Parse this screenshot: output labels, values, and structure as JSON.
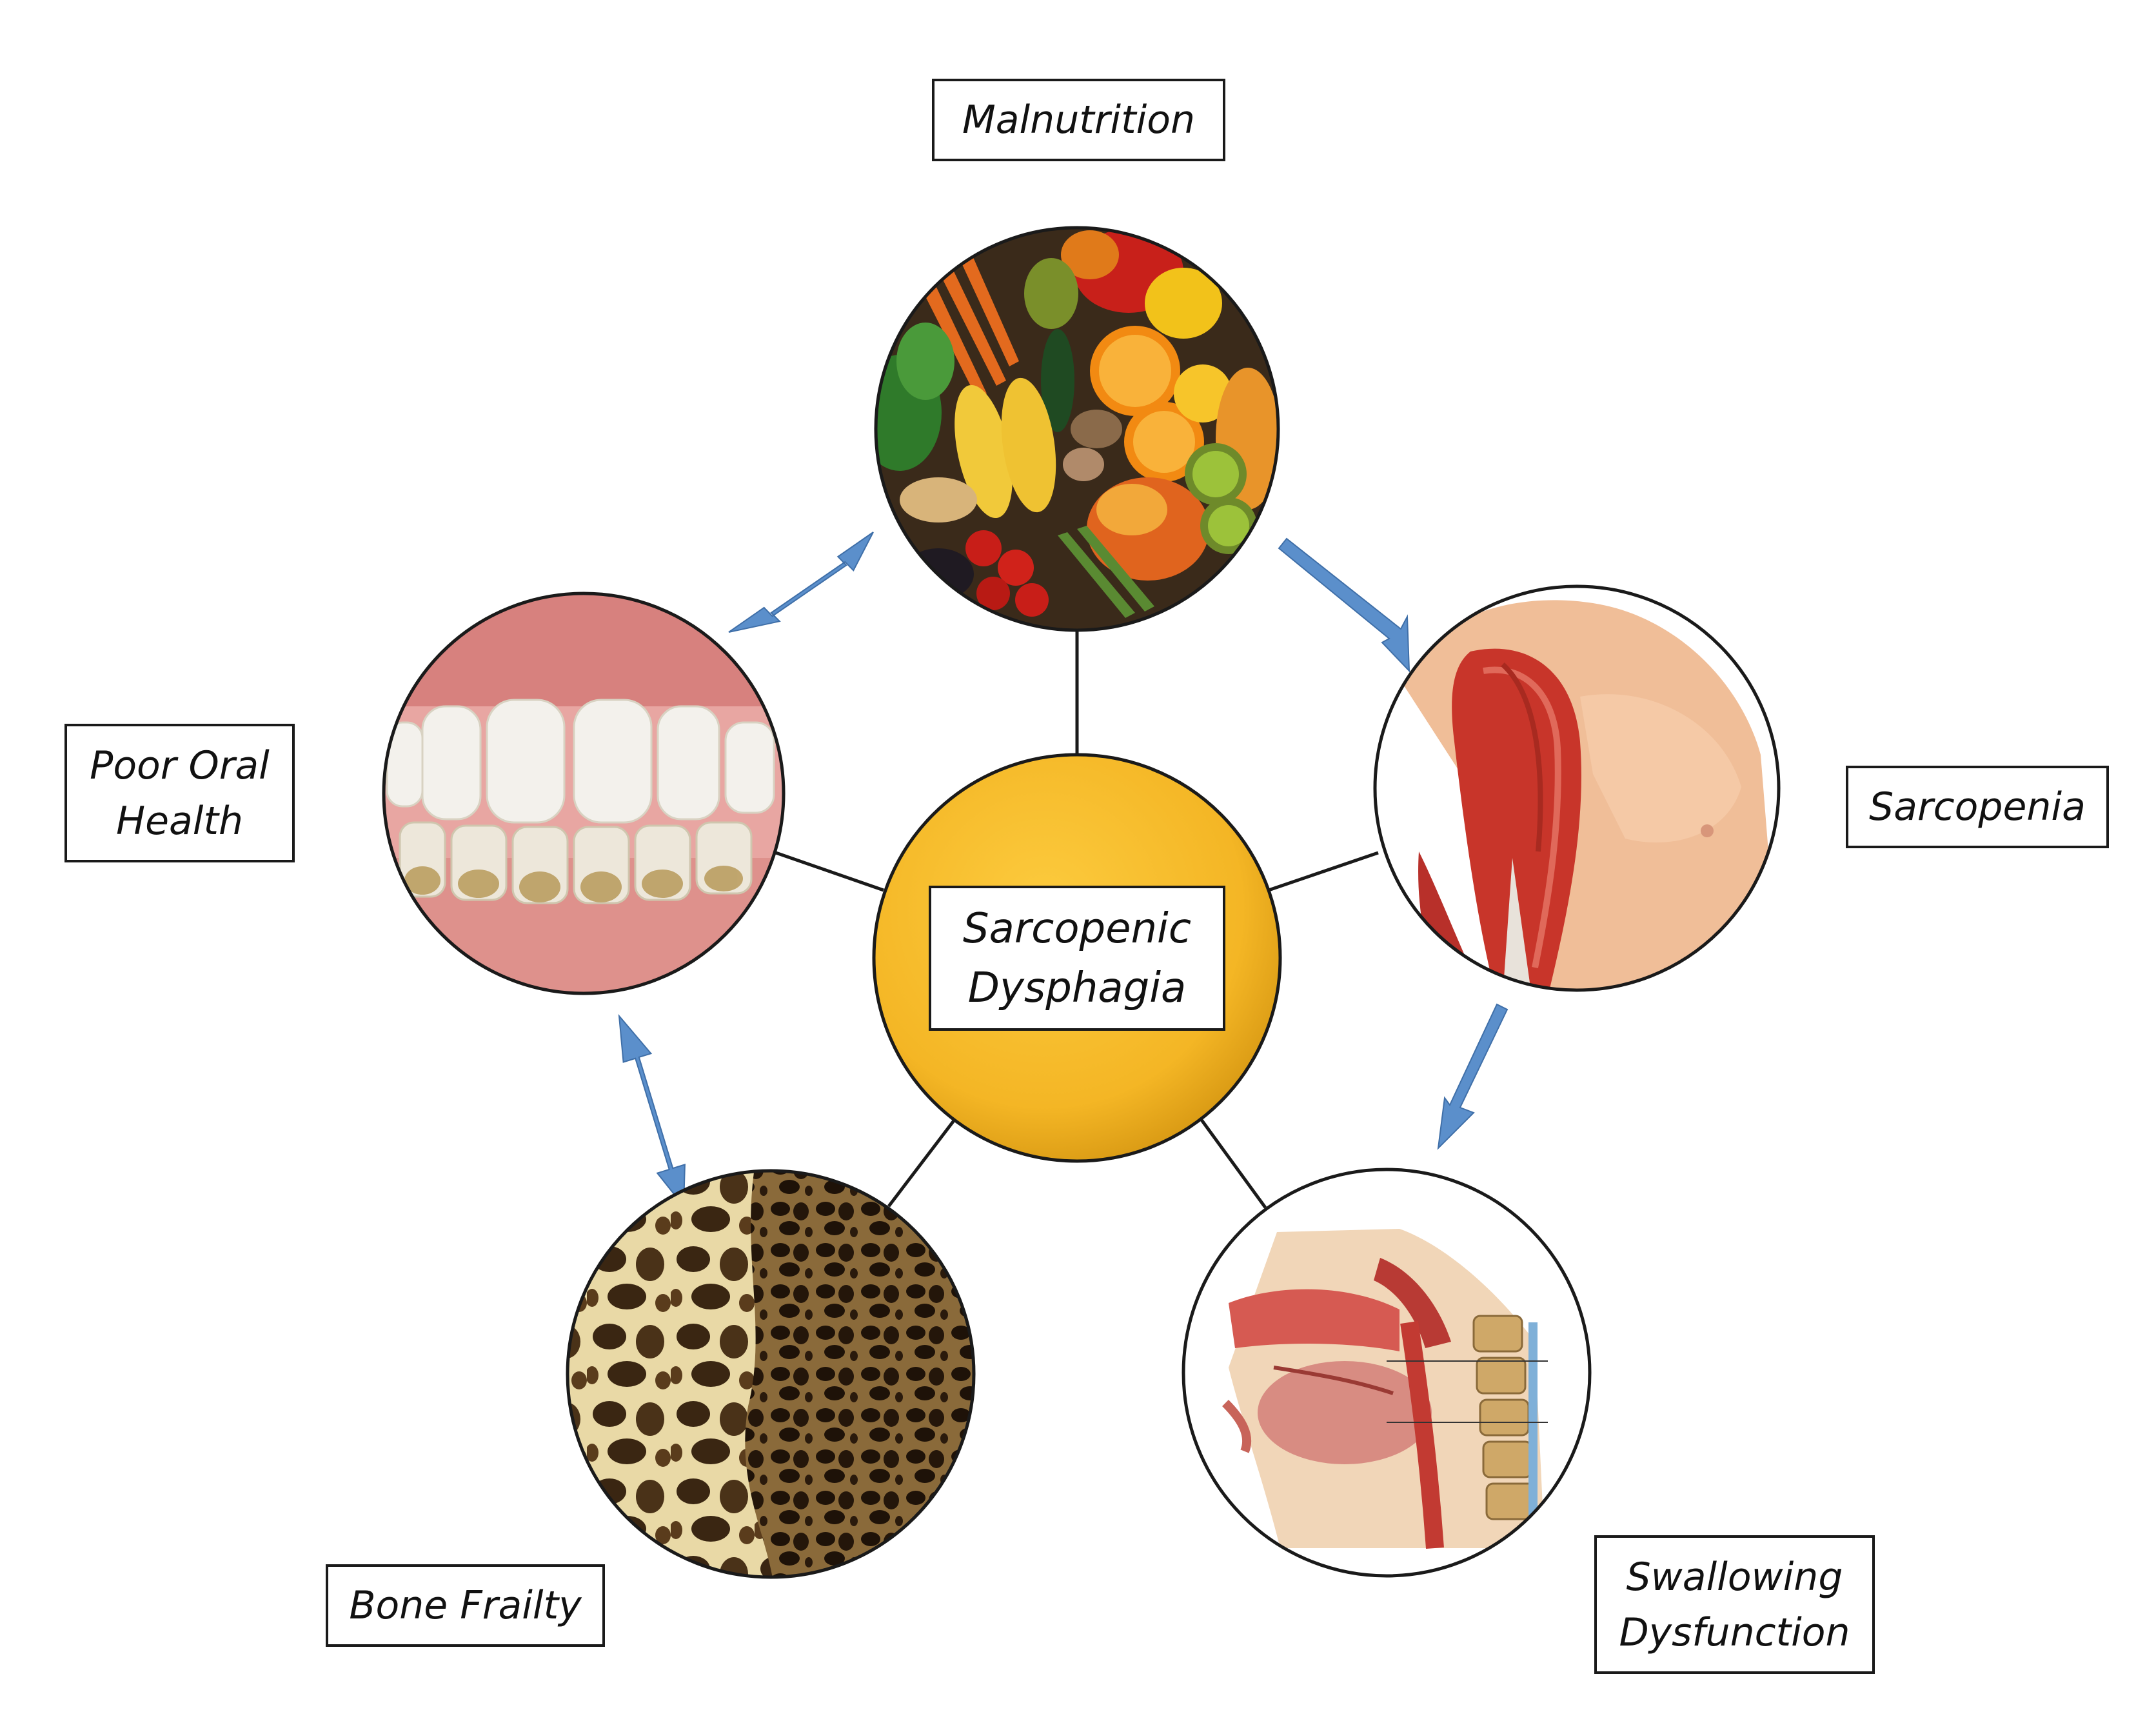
{
  "center": {
    "line1": "Sarcopenic",
    "line2": "Dysphagia",
    "fill_color": "#F6BA26"
  },
  "nodes": {
    "malnutrition": {
      "label": "Malnutrition",
      "icon": "fruits-vegetables-image"
    },
    "sarcopenia": {
      "label": "Sarcopenia",
      "icon": "arm-muscle-anatomy-image"
    },
    "swallowing": {
      "line1": "Swallowing",
      "line2": "Dysfunction",
      "icon": "head-neck-swallowing-anatomy-image"
    },
    "bone": {
      "label": "Bone Frailty",
      "icon": "porous-bone-texture-image"
    },
    "oral": {
      "line1": "Poor Oral",
      "line2": "Health",
      "icon": "teeth-gums-image"
    }
  },
  "arrow_color": "#5B8FCB",
  "arrows": [
    {
      "from": "oral",
      "to": "malnutrition",
      "direction": "bidirectional"
    },
    {
      "from": "malnutrition",
      "to": "sarcopenia",
      "direction": "one-way"
    },
    {
      "from": "sarcopenia",
      "to": "swallowing",
      "direction": "one-way"
    },
    {
      "from": "oral",
      "to": "bone",
      "direction": "bidirectional"
    }
  ]
}
